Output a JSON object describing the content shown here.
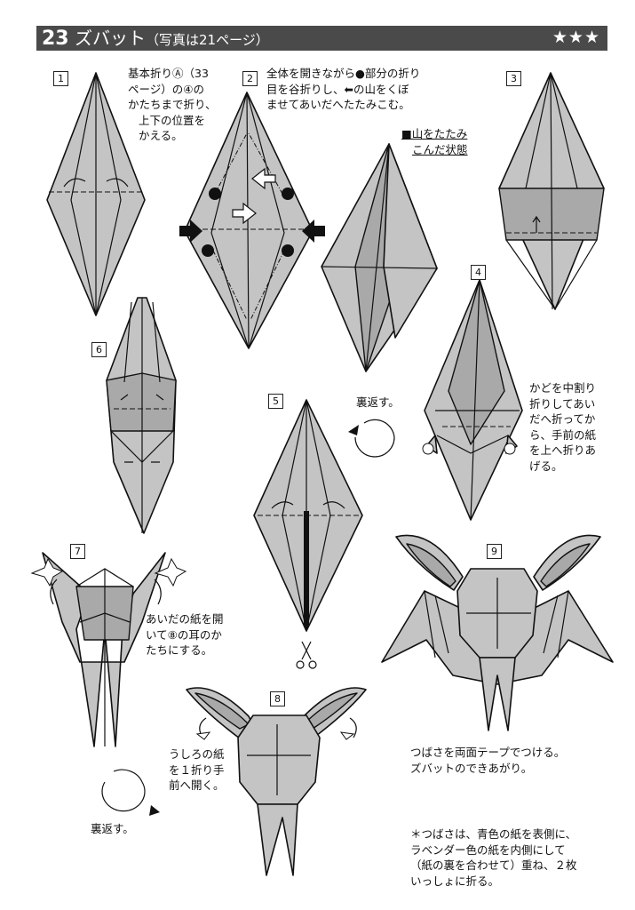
{
  "header": {
    "number": "23",
    "title": "ズバット",
    "subtitle": "（写真は21ページ）",
    "difficulty": "★★★"
  },
  "steps": {
    "s1": {
      "num": "1",
      "lines": [
        "基本折りⒶ（33",
        "ページ）の④の",
        "かたちまで折り、",
        "上下の位置を",
        "かえる。"
      ]
    },
    "s2": {
      "num": "2",
      "lines": [
        "全体を開きながら●部分の折り",
        "目を谷折りし、⬅の山をくぼ",
        "ませてあいだへたたみこむ。"
      ]
    },
    "note": {
      "lines": [
        "■山をたたみ",
        "こんだ状態"
      ]
    },
    "s3": {
      "num": "3"
    },
    "s4": {
      "num": "4",
      "lines": [
        "かどを中割り",
        "折りしてあい",
        "だへ折ってか",
        "ら、手前の紙",
        "を上へ折りあ",
        "げる。"
      ]
    },
    "s5": {
      "num": "5",
      "turn": "裏返す。"
    },
    "s6": {
      "num": "6"
    },
    "s7": {
      "num": "7",
      "lines": [
        "あいだの紙を開",
        "いて⑧の耳のか",
        "たちにする。"
      ],
      "turn": "裏返す。"
    },
    "s8": {
      "num": "8",
      "lines": [
        "うしろの紙",
        "を１折り手",
        "前へ開く。"
      ]
    },
    "s9": {
      "num": "9",
      "lines": [
        "つばさを両面テープでつける。",
        "ズバットのできあがり。"
      ]
    },
    "footnote": {
      "lines": [
        "＊つばさは、青色の紙を表側に、",
        "ラベンダー色の紙を内側にして",
        "（紙の裏を合わせて）重ね、２枚",
        "いっしょに折る。"
      ]
    }
  }
}
